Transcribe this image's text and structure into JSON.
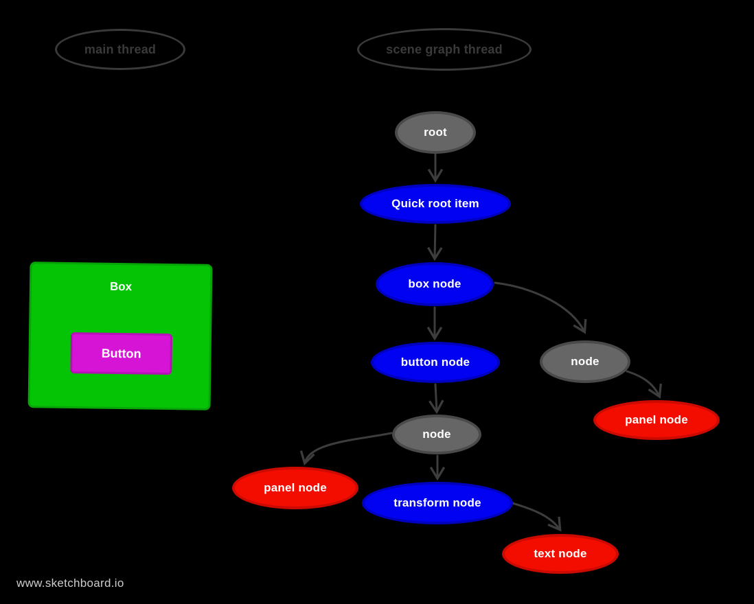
{
  "page": {
    "tool": "sketchboard",
    "watermark": "www.sketchboard.io"
  },
  "colors": {
    "background": "#000000",
    "edge": "#3d3d3d",
    "thread_outline": "#3a3a3a",
    "thread_text": "#3a3a3a",
    "node_blue": "#0202f2",
    "node_blue_border": "#0000c0",
    "node_gray": "#666666",
    "node_gray_border": "#4a4a4a",
    "node_red": "#f20d00",
    "node_red_border": "#cc0a00",
    "box_green": "#05c405",
    "box_green_border": "#07a507",
    "button_magenta": "#d614d6",
    "button_magenta_border": "#b512b5",
    "node_text": "#ffffff",
    "watermark_text": "#cccccc"
  },
  "threads": {
    "main": {
      "label": "main thread"
    },
    "scene_graph": {
      "label": "scene graph thread"
    }
  },
  "main_thread_view": {
    "box_label": "Box",
    "button_label": "Button"
  },
  "scene_graph": {
    "nodes": {
      "root": {
        "label": "root",
        "type": "gray"
      },
      "quick_root_item": {
        "label": "Quick root item",
        "type": "blue"
      },
      "box_node": {
        "label": "box node",
        "type": "blue"
      },
      "button_node": {
        "label": "button node",
        "type": "blue"
      },
      "node_right": {
        "label": "node",
        "type": "gray"
      },
      "panel_node_right": {
        "label": "panel node",
        "type": "red"
      },
      "node_middle": {
        "label": "node",
        "type": "gray"
      },
      "panel_node_left": {
        "label": "panel node",
        "type": "red"
      },
      "transform_node": {
        "label": "transform node",
        "type": "blue"
      },
      "text_node": {
        "label": "text node",
        "type": "red"
      }
    },
    "edges": [
      {
        "from": "root",
        "to": "quick_root_item"
      },
      {
        "from": "quick_root_item",
        "to": "box_node"
      },
      {
        "from": "box_node",
        "to": "button_node"
      },
      {
        "from": "box_node",
        "to": "node_right"
      },
      {
        "from": "node_right",
        "to": "panel_node_right"
      },
      {
        "from": "button_node",
        "to": "node_middle"
      },
      {
        "from": "node_middle",
        "to": "panel_node_left"
      },
      {
        "from": "node_middle",
        "to": "transform_node"
      },
      {
        "from": "transform_node",
        "to": "text_node"
      }
    ]
  }
}
